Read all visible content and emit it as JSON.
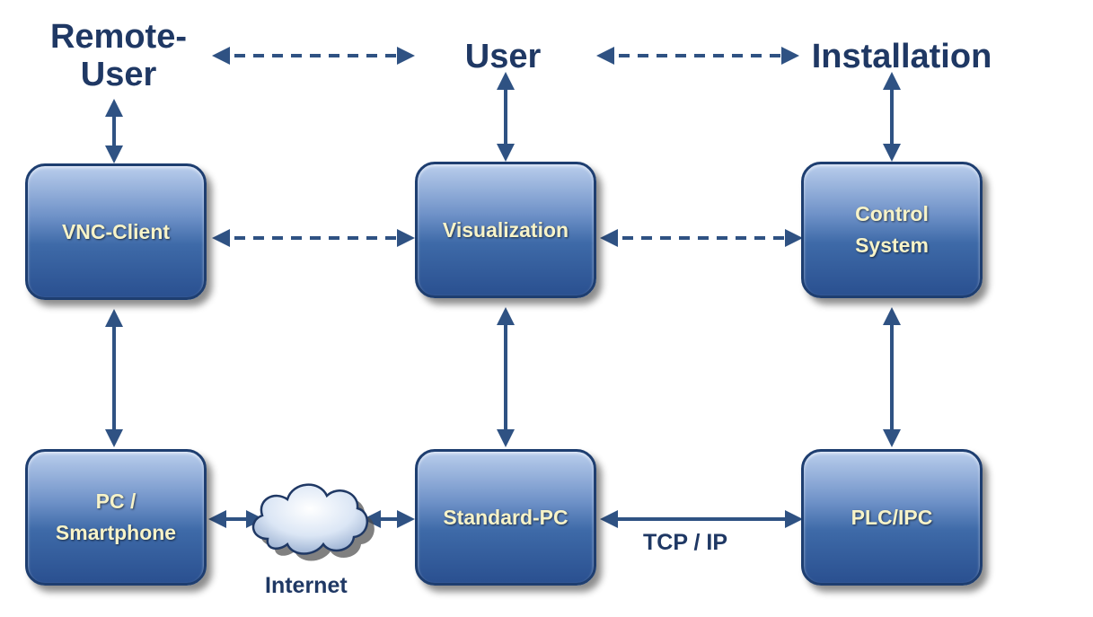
{
  "actors": {
    "remote_user": "Remote-\nUser",
    "user": "User",
    "installation": "Installation"
  },
  "boxes": {
    "vnc_client": "VNC-Client",
    "visualization": "Visualization",
    "control_system": "Control\nSystem",
    "pc_smartphone": "PC /\nSmartphone",
    "standard_pc": "Standard-PC",
    "plc_ipc": "PLC/IPC"
  },
  "labels": {
    "internet": "Internet",
    "tcp_ip": "TCP / IP"
  },
  "icons": {
    "cloud": "cloud-icon"
  },
  "colors": {
    "arrow": "#2f5283",
    "text_dark": "#1f3864",
    "box_text": "#f7f3c8"
  }
}
